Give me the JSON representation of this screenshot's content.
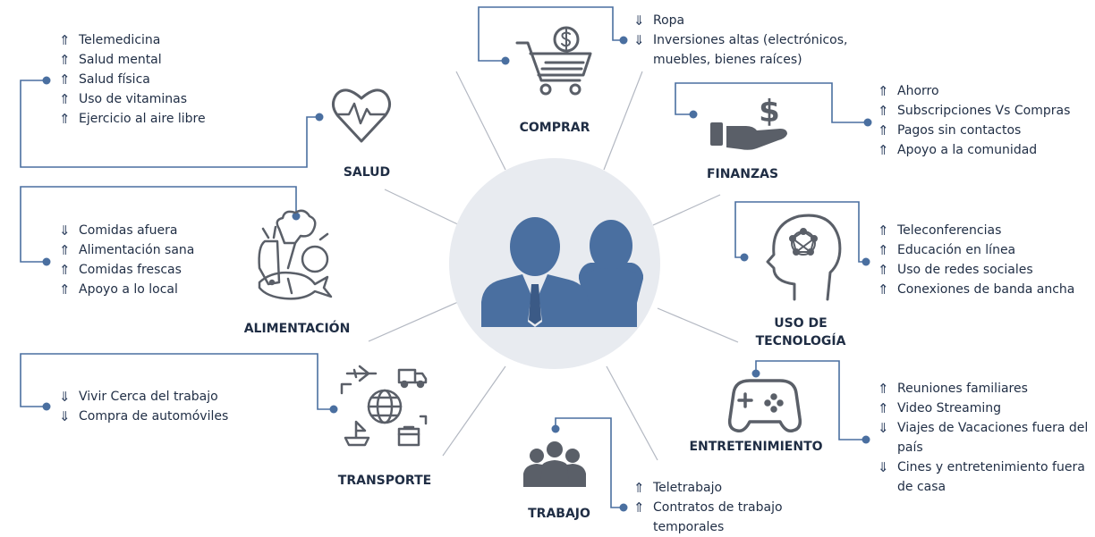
{
  "center": {
    "icon": "business-people-icon",
    "accent": "#4a6fa0",
    "circle": "#e8ebf0",
    "line_color": "#b3b8c2"
  },
  "arrows": {
    "up": "⇑",
    "down": "⇓"
  },
  "categories": [
    {
      "id": "comprar",
      "label": "COMPRAR",
      "icon": "shopping-cart-dollar-icon",
      "items": [
        {
          "dir": "down",
          "text": "Ropa"
        },
        {
          "dir": "down",
          "text": "Inversiones altas (electrónicos, muebles, bienes raíces)"
        }
      ]
    },
    {
      "id": "finanzas",
      "label": "FINANZAS",
      "icon": "hand-dollar-icon",
      "items": [
        {
          "dir": "up",
          "text": "Ahorro"
        },
        {
          "dir": "up",
          "text": "Subscripciones Vs Compras"
        },
        {
          "dir": "up",
          "text": "Pagos sin contactos"
        },
        {
          "dir": "up",
          "text": "Apoyo a la comunidad"
        }
      ]
    },
    {
      "id": "tecnologia",
      "label": "USO DE TECNOLOGÍA",
      "icon": "head-network-icon",
      "items": [
        {
          "dir": "up",
          "text": "Teleconferencias"
        },
        {
          "dir": "up",
          "text": "Educación en línea"
        },
        {
          "dir": "up",
          "text": "Uso de redes sociales"
        },
        {
          "dir": "up",
          "text": "Conexiones de banda ancha"
        }
      ]
    },
    {
      "id": "entretenimiento",
      "label": "ENTRETENIMIENTO",
      "icon": "gamepad-icon",
      "items": [
        {
          "dir": "up",
          "text": "Reuniones familiares"
        },
        {
          "dir": "up",
          "text": "Video Streaming"
        },
        {
          "dir": "down",
          "text": "Viajes de Vacaciones fuera del país"
        },
        {
          "dir": "down",
          "text": "Cines y entretenimiento fuera de casa"
        }
      ]
    },
    {
      "id": "trabajo",
      "label": "TRABAJO",
      "icon": "team-people-icon",
      "items": [
        {
          "dir": "up",
          "text": "Teletrabajo"
        },
        {
          "dir": "up",
          "text": "Contratos de trabajo temporales"
        }
      ]
    },
    {
      "id": "transporte",
      "label": "TRANSPORTE",
      "icon": "transport-globe-icon",
      "items": [
        {
          "dir": "down",
          "text": "Vivir Cerca del trabajo"
        },
        {
          "dir": "down",
          "text": "Compra de automóviles"
        }
      ]
    },
    {
      "id": "alimentacion",
      "label": "ALIMENTACIÓN",
      "icon": "food-vegetables-fish-icon",
      "items": [
        {
          "dir": "down",
          "text": "Comidas afuera"
        },
        {
          "dir": "up",
          "text": "Alimentación sana"
        },
        {
          "dir": "up",
          "text": "Comidas frescas"
        },
        {
          "dir": "up",
          "text": "Apoyo a lo local"
        }
      ]
    },
    {
      "id": "salud",
      "label": "SALUD",
      "icon": "heart-pulse-icon",
      "items": [
        {
          "dir": "up",
          "text": "Telemedicina"
        },
        {
          "dir": "up",
          "text": "Salud mental"
        },
        {
          "dir": "up",
          "text": "Salud física"
        },
        {
          "dir": "up",
          "text": "Uso de vitaminas"
        },
        {
          "dir": "up",
          "text": "Ejercicio al aire libre"
        }
      ]
    }
  ]
}
